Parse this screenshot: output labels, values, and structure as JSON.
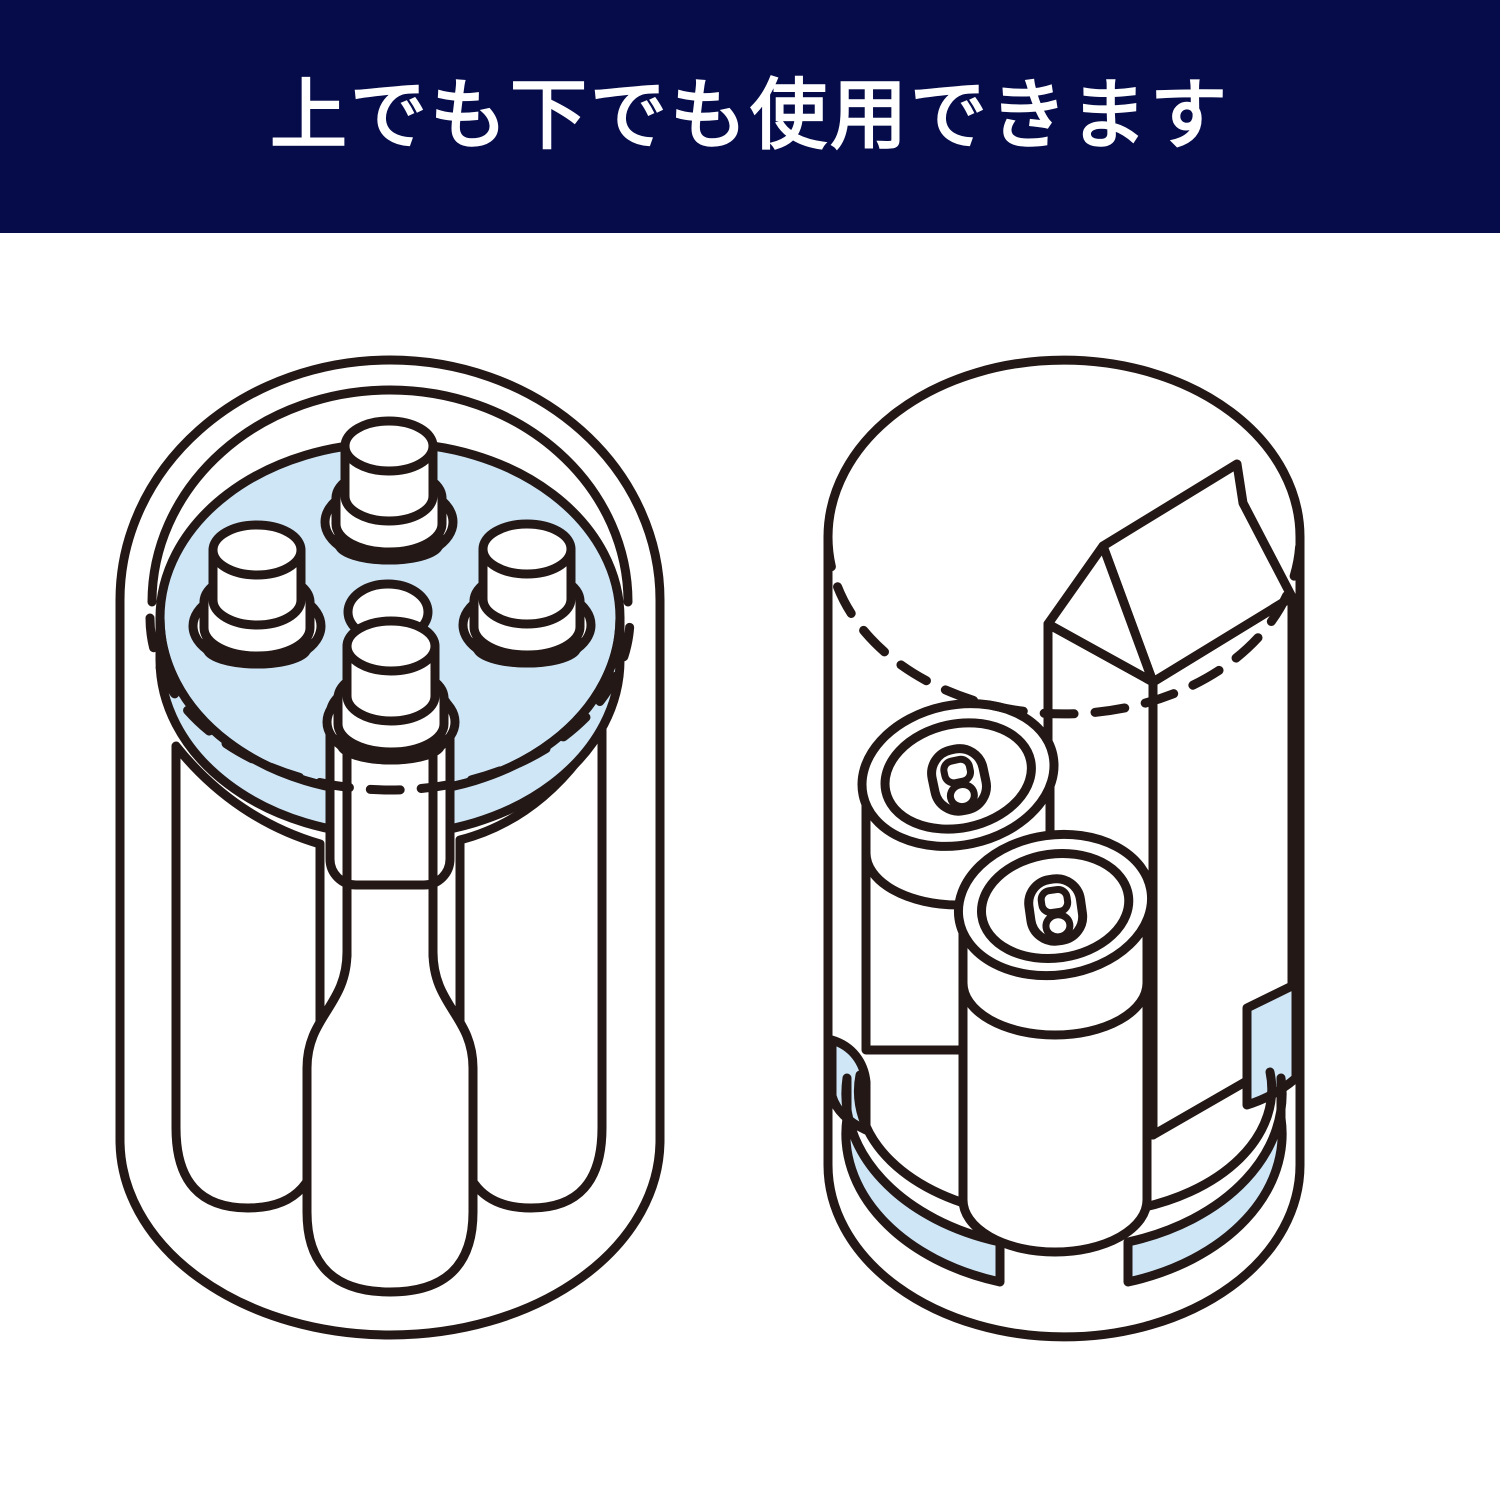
{
  "header": {
    "title": "上でも下でも使用できます"
  },
  "colors": {
    "banner": "#060c4a",
    "line": "#231815",
    "blue": "#cfe6f7",
    "paper": "#ffffff"
  },
  "illustrations": {
    "left": {
      "name": "tray-used-at-top",
      "shows": "4 bottles held by blue tray insert at top of round container"
    },
    "right": {
      "name": "tray-used-at-bottom",
      "shows": "2 cans and 1 milk carton standing on blue tray insert at bottom of round container"
    }
  }
}
